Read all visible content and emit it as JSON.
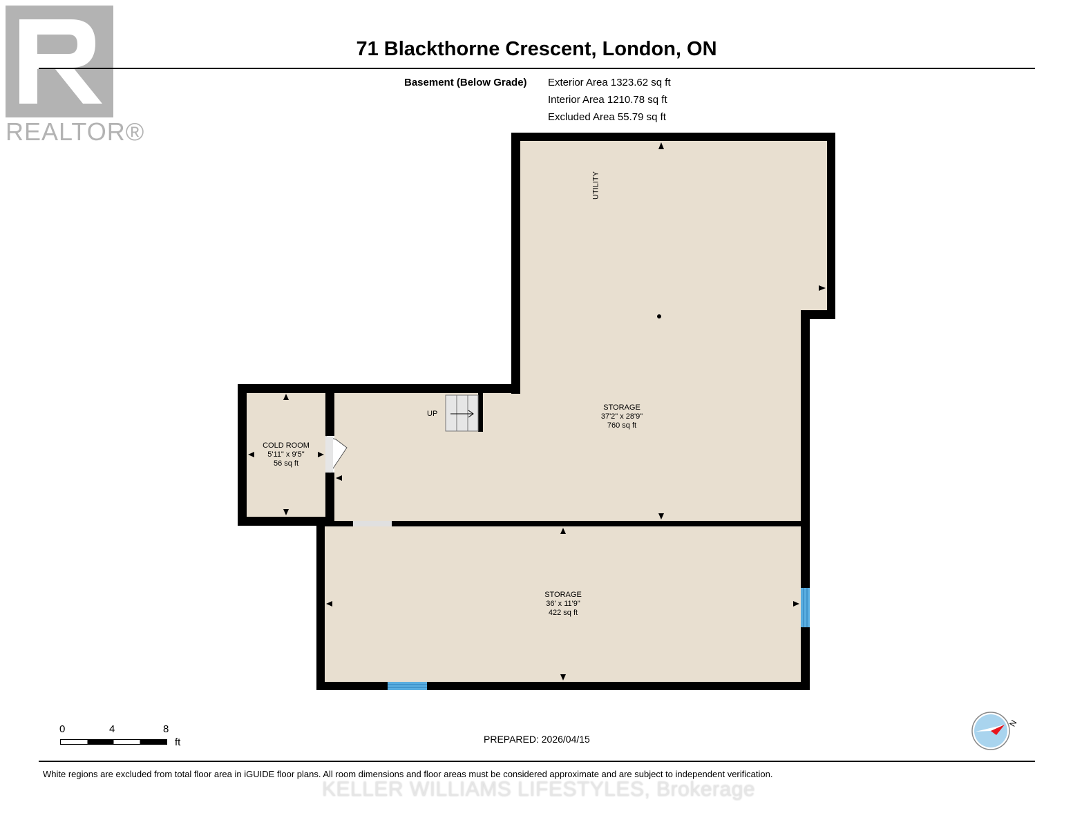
{
  "header": {
    "title": "71 Blackthorne Crescent, London, ON"
  },
  "logo": {
    "text": "REALTOR®",
    "icon": "realtor-r-logo",
    "color": "#b3b3b3"
  },
  "floor_info": {
    "level": "Basement (Below Grade)",
    "exterior_area": "Exterior Area 1323.62 sq ft",
    "interior_area": "Interior Area 1210.78 sq ft",
    "excluded_area": "Excluded Area 55.79 sq ft"
  },
  "rooms": {
    "utility": {
      "name": "UTILITY"
    },
    "storage_main": {
      "name": "STORAGE",
      "dims": "37'2\" x 28'9\"",
      "area": "760 sq ft"
    },
    "cold_room": {
      "name": "COLD ROOM",
      "dims": "5'11\" x 9'5\"",
      "area": "56 sq ft"
    },
    "storage_south": {
      "name": "STORAGE",
      "dims": "36' x 11'9\"",
      "area": "422 sq ft"
    },
    "stairs": {
      "label": "UP"
    }
  },
  "colors": {
    "floor": "#e8dfd0",
    "wall": "#000000",
    "window": "#5aaee0",
    "stairs": "#e6e6e6"
  },
  "scale": {
    "ticks": [
      "0",
      "4",
      "8"
    ],
    "unit": "ft"
  },
  "compass": {
    "label": "N",
    "icon": "compass-icon"
  },
  "footer": {
    "prepared": "PREPARED: 2026/04/15",
    "disclaimer": "White regions are excluded from total floor area in iGUIDE floor plans. All room dimensions and floor areas must be considered approximate and are subject to independent verification.",
    "watermark": "KELLER WILLIAMS LIFESTYLES, Brokerage"
  }
}
